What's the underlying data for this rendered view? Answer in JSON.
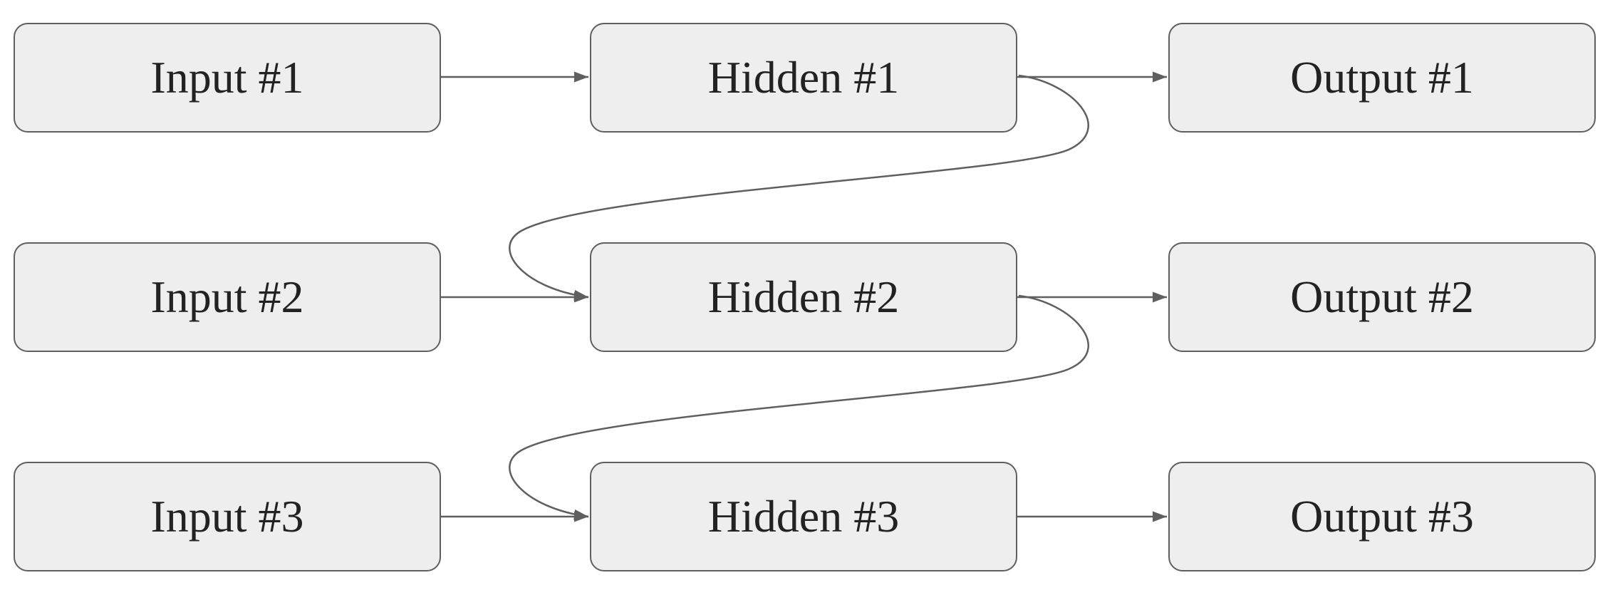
{
  "diagram": {
    "nodes": {
      "input_1": "Input #1",
      "input_2": "Input #2",
      "input_3": "Input #3",
      "hidden_1": "Hidden #1",
      "hidden_2": "Hidden #2",
      "hidden_3": "Hidden #3",
      "output_1": "Output #1",
      "output_2": "Output #2",
      "output_3": "Output #3"
    },
    "edges": [
      {
        "from": "input_1",
        "to": "hidden_1"
      },
      {
        "from": "input_2",
        "to": "hidden_2"
      },
      {
        "from": "input_3",
        "to": "hidden_3"
      },
      {
        "from": "hidden_1",
        "to": "output_1"
      },
      {
        "from": "hidden_2",
        "to": "output_2"
      },
      {
        "from": "hidden_3",
        "to": "output_3"
      },
      {
        "from": "hidden_1",
        "to": "hidden_2"
      },
      {
        "from": "hidden_2",
        "to": "hidden_3"
      }
    ],
    "colors": {
      "node_fill": "#eeeeee",
      "node_border": "#5f5f5f",
      "edge": "#5f5f5f",
      "text": "#222222"
    }
  }
}
